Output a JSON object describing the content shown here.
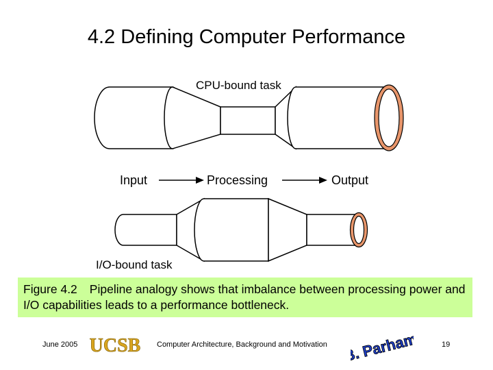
{
  "slide": {
    "title": "4.2  Defining Computer Performance"
  },
  "diagram": {
    "top_label": "CPU-bound task",
    "bottom_label": "I/O-bound task",
    "stage_input": "Input",
    "stage_processing": "Processing",
    "stage_output": "Output",
    "accent_color": "#e8956a"
  },
  "caption": {
    "figure_number": "Figure 4.2",
    "text": "Pipeline analogy shows that imbalance between processing power and I/O capabilities leads to a performance bottleneck."
  },
  "footer": {
    "date": "June 2005",
    "logo_text": "UCSB",
    "course": "Computer Architecture, Background and Motivation",
    "signature": "B. Parhami",
    "page": "19"
  }
}
